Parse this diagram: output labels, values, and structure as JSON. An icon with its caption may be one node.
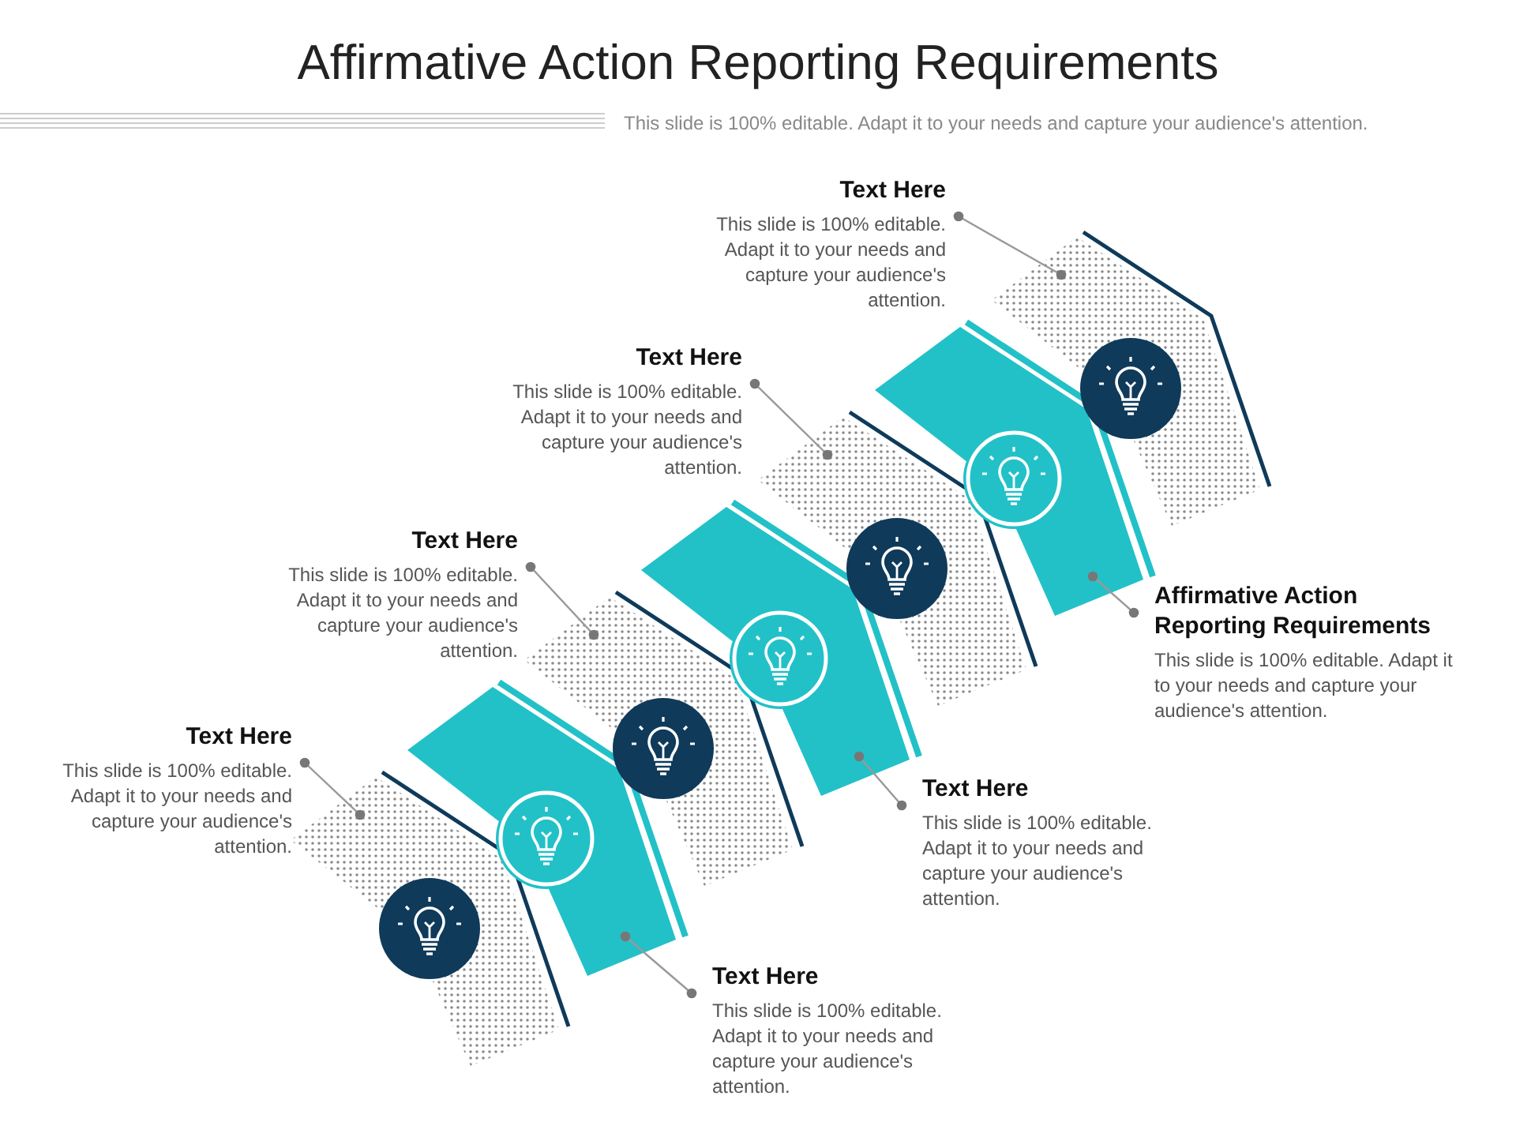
{
  "diagram": {
    "title": "Affirmative Action Reporting Requirements",
    "nodes": [
      {
        "text": [],
        "shape": "chevron"
      },
      {
        "text": [],
        "shape": "chevron"
      },
      {
        "text": [],
        "shape": "chevron"
      },
      {
        "text": [],
        "shape": "chevron"
      },
      {
        "text": [],
        "shape": "chevron"
      },
      {
        "text": [],
        "shape": "chevron"
      },
      {
        "text": [],
        "shape": "chevron"
      },
      {
        "text": [
          "Text Here",
          "This slide is 100% editable. Adapt it to your needs and capture your audience's attention."
        ]
      },
      {
        "text": [
          "Text Here",
          "This slide is 100% editable. Adapt it to your needs and capture your audience's attention."
        ]
      },
      {
        "text": [
          "Text Here",
          "This slide is 100% editable. Adapt it to your needs and capture your audience's attention."
        ]
      },
      {
        "text": [
          "Text Here",
          "This slide is 100% editable. Adapt it to your needs and capture your audience's attention."
        ]
      },
      {
        "text": [
          "Text Here",
          "This slide is 100% editable. Adapt it to your needs and capture your audience's attention."
        ]
      },
      {
        "text": [
          "Affirmative Action Reporting Requirements",
          "This slide is 100% editable. Adapt it to your needs and capture your audience's attention."
        ]
      },
      {
        "text": [
          "Text Here",
          "This slide is 100% editable. Adapt it to your needs and capture your audience's attention."
        ]
      }
    ],
    "edges": [
      {
        "from": 7,
        "to": 0,
        "arrow": "other"
      },
      {
        "from": 8,
        "to": 1,
        "arrow": "other"
      },
      {
        "from": 9,
        "to": 2,
        "arrow": "other"
      },
      {
        "from": 10,
        "to": 3,
        "arrow": "other"
      },
      {
        "from": 11,
        "to": 4,
        "arrow": "other"
      },
      {
        "from": 12,
        "to": 5,
        "arrow": "other"
      },
      {
        "from": 13,
        "to": 6,
        "arrow": "other"
      }
    ],
    "labels": [
      "This slide is 100% editable. Adapt it to your needs and capture your audience's attention."
    ]
  }
}
